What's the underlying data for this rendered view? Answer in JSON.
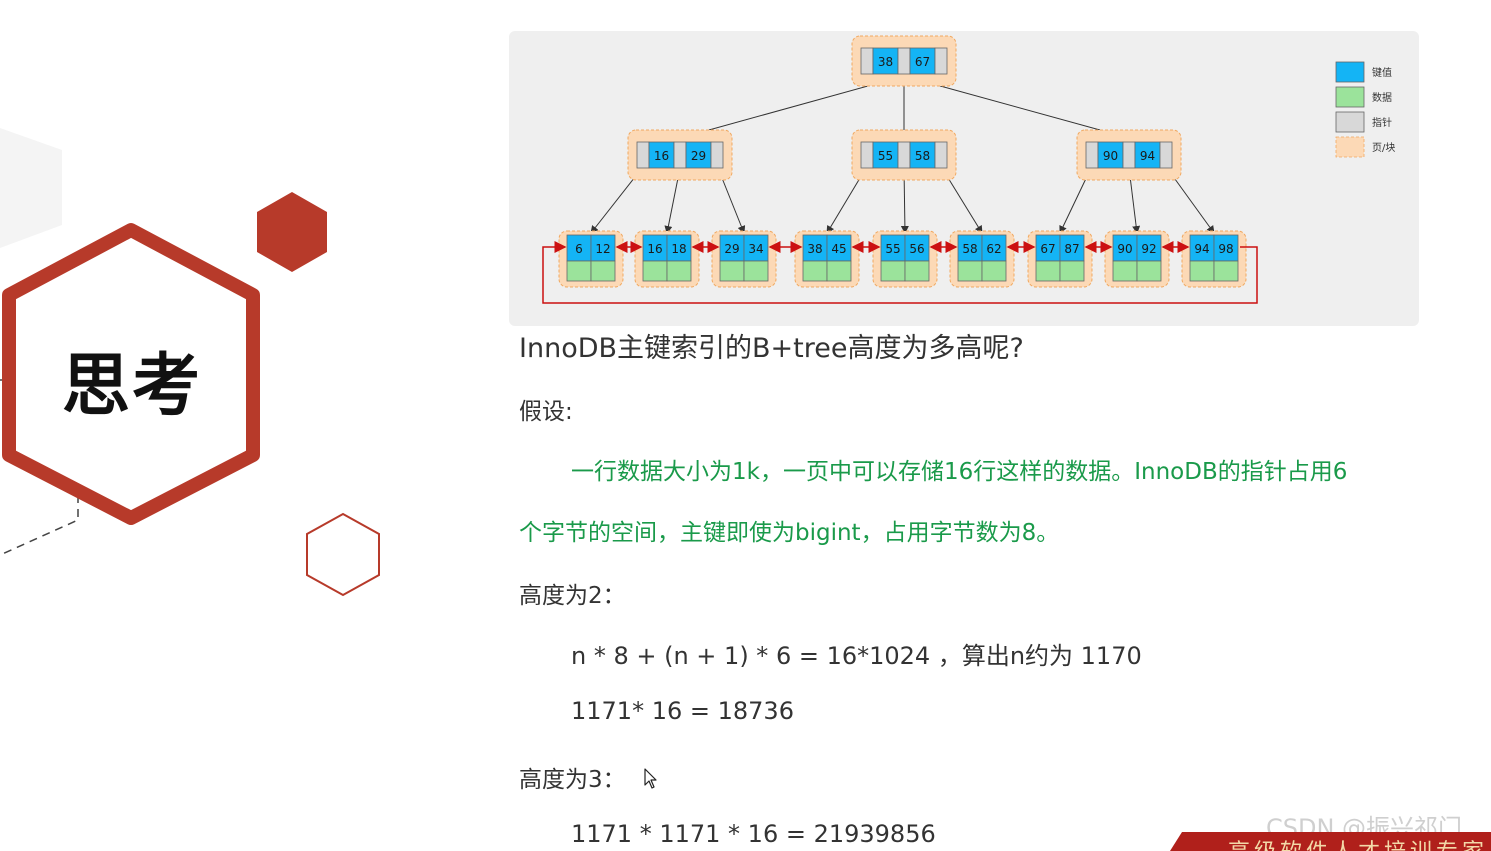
{
  "slide_title": "思考",
  "diagram": {
    "root": [
      "38",
      "67"
    ],
    "internal": [
      [
        "16",
        "29"
      ],
      [
        "55",
        "58"
      ],
      [
        "90",
        "94"
      ]
    ],
    "leaves": [
      [
        "6",
        "12"
      ],
      [
        "16",
        "18"
      ],
      [
        "29",
        "34"
      ],
      [
        "38",
        "45"
      ],
      [
        "55",
        "56"
      ],
      [
        "58",
        "62"
      ],
      [
        "67",
        "87"
      ],
      [
        "90",
        "92"
      ],
      [
        "94",
        "98"
      ]
    ],
    "legend": [
      {
        "label": "键值",
        "color": "#14b4f5"
      },
      {
        "label": "数据",
        "color": "#9be39b"
      },
      {
        "label": "指针",
        "color": "#d8d8d8"
      },
      {
        "label": "页/块",
        "color": "#fcd9b6"
      }
    ],
    "colors": {
      "key": "#14b4f5",
      "data": "#9be39b",
      "pointer": "#d8d8d8",
      "page": "#fcd9b6",
      "link": "#cc1111"
    }
  },
  "content": {
    "question": "InnoDB主键索引的B+tree高度为多高呢?",
    "assume_label": "假设:",
    "assume_line1": "一行数据大小为1k，一页中可以存储16行这样的数据。InnoDB的指针占用6",
    "assume_line2": "个字节的空间，主键即使为bigint，占用字节数为8。",
    "height2_label": "高度为2：",
    "formula1": "n * 8 + (n + 1) * 6 = 16*1024 ，算出n约为 1170",
    "formula2": "1171* 16 = 18736",
    "height3_label": "高度为3：",
    "formula3": "1171 * 1171 * 16 = 21939856"
  },
  "watermark": "CSDN @振兴祁门",
  "banner_text": "高级软件人才培训专家",
  "accent_color": "#b73a2a"
}
